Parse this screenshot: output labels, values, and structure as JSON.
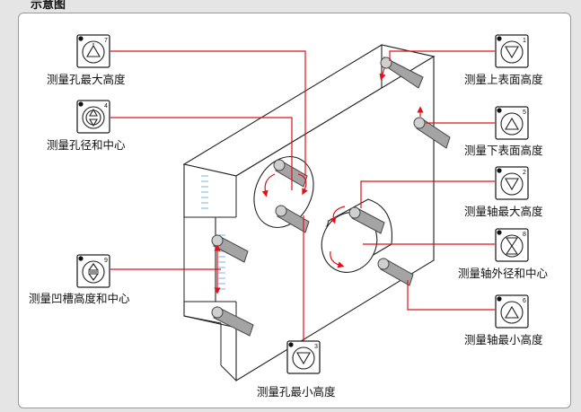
{
  "page": {
    "title": "示意图"
  },
  "gauges": [
    {
      "id": "7",
      "label": "测量孔最大高度"
    },
    {
      "id": "1",
      "label": "测量上表面高度"
    },
    {
      "id": "4",
      "label": "测量孔径和中心"
    },
    {
      "id": "5",
      "label": "测量下表面高度"
    },
    {
      "id": "2",
      "label": "测量轴最大高度"
    },
    {
      "id": "8",
      "label": "测量轴外径和中心"
    },
    {
      "id": "9",
      "label": "测量凹槽高度和中心"
    },
    {
      "id": "6",
      "label": "测量轴最小高度"
    },
    {
      "id": "3",
      "label": "测量孔最小高度"
    }
  ],
  "colors": {
    "accent": "#e2101a",
    "outline": "#222222",
    "probe": "#a4a4a4",
    "hatch": "#7db3e0"
  }
}
